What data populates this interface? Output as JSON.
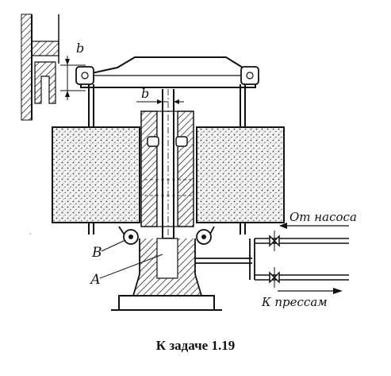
{
  "labels": {
    "b_top": "b",
    "b_mid": "b",
    "from_pump": "От насоса",
    "to_presses": "К прессам",
    "label_B": "В",
    "label_A": "А"
  },
  "caption": "К задаче 1.19"
}
